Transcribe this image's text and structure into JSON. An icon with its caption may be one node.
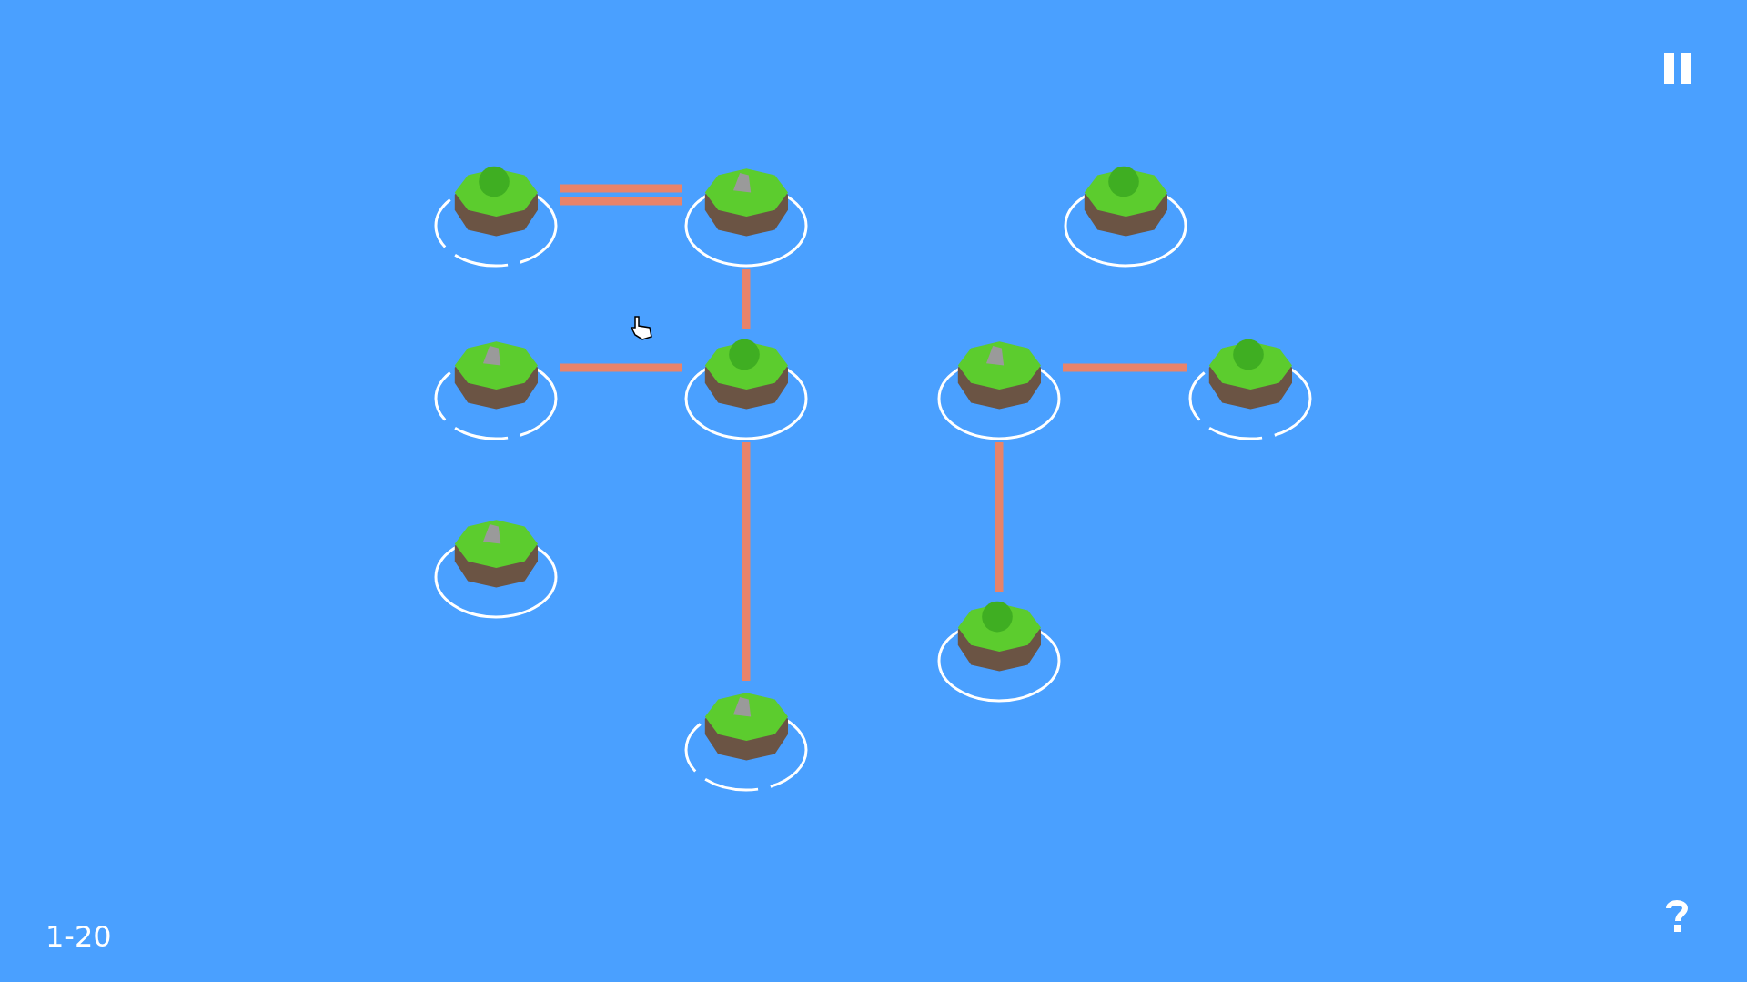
{
  "diagram": {
    "nodes": [
      {
        "text": [],
        "shape": "island"
      },
      {
        "text": [],
        "shape": "island"
      },
      {
        "text": [],
        "shape": "island"
      },
      {
        "text": [],
        "shape": "island"
      },
      {
        "text": [],
        "shape": "island"
      },
      {
        "text": [],
        "shape": "island"
      },
      {
        "text": [],
        "shape": "island"
      },
      {
        "text": [],
        "shape": "island"
      },
      {
        "text": [],
        "shape": "island"
      },
      {
        "text": [],
        "shape": "island"
      }
    ],
    "edges": [
      {
        "from": 0,
        "to": 1,
        "arrow": "none"
      },
      {
        "from": 0,
        "to": 1,
        "arrow": "none"
      },
      {
        "from": 1,
        "to": 4,
        "arrow": "none"
      },
      {
        "from": 3,
        "to": 4,
        "arrow": "none"
      },
      {
        "from": 4,
        "to": 9,
        "arrow": "none"
      },
      {
        "from": 5,
        "to": 6,
        "arrow": "none"
      },
      {
        "from": 5,
        "to": 8,
        "arrow": "none"
      }
    ],
    "labels": [
      "1-20"
    ]
  }
}
